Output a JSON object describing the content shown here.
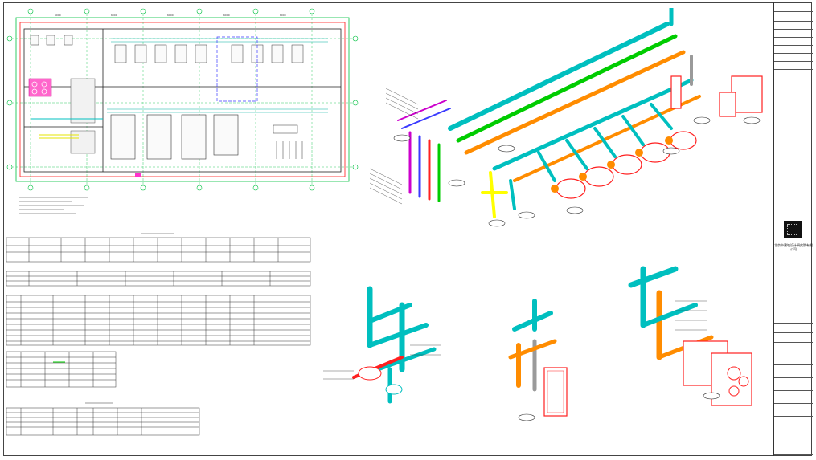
{
  "drawing": {
    "title_block": {
      "firm_name": "北京市建筑设计研究院有限公司",
      "project_rows": 14
    },
    "plan_view": {
      "dimension_line_color": "#ff3333",
      "grid_color": "#00cc44"
    },
    "iso_views": {
      "count": 4
    },
    "colors": {
      "supply_water": "#00bfbf",
      "return_water": "#ff8c00",
      "chilled_pipe": "#00cc00",
      "equipment": "#ff2020",
      "condensate": "#cc00cc",
      "makeup": "#ffff00",
      "blue_pipe": "#3a3aff",
      "grey_pipe": "#9a9a9a"
    }
  }
}
